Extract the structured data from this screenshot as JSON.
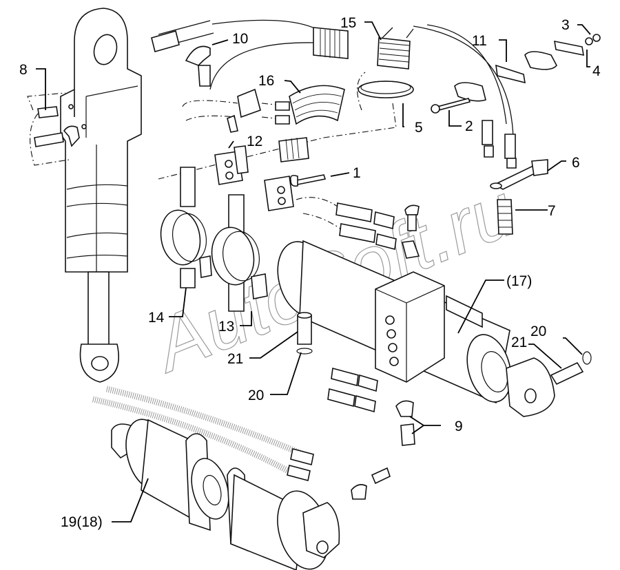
{
  "diagram": {
    "title": "",
    "subject": "hydraulic cylinders, hoses and fittings exploded parts view",
    "watermark": "AutoSoft.ru",
    "callouts": [
      {
        "id": "c1",
        "text": "1"
      },
      {
        "id": "c2",
        "text": "2"
      },
      {
        "id": "c3",
        "text": "3"
      },
      {
        "id": "c4",
        "text": "4"
      },
      {
        "id": "c5",
        "text": "5"
      },
      {
        "id": "c6",
        "text": "6"
      },
      {
        "id": "c7",
        "text": "7"
      },
      {
        "id": "c8",
        "text": "8"
      },
      {
        "id": "c9",
        "text": "9"
      },
      {
        "id": "c10",
        "text": "10"
      },
      {
        "id": "c11",
        "text": "11"
      },
      {
        "id": "c12",
        "text": "12"
      },
      {
        "id": "c13",
        "text": "13"
      },
      {
        "id": "c14",
        "text": "14"
      },
      {
        "id": "c15",
        "text": "15"
      },
      {
        "id": "c16",
        "text": "16"
      },
      {
        "id": "c17",
        "text": "(17)"
      },
      {
        "id": "c19",
        "text": "19(18)"
      },
      {
        "id": "c20a",
        "text": "20"
      },
      {
        "id": "c20b",
        "text": "20"
      },
      {
        "id": "c21a",
        "text": "21"
      },
      {
        "id": "c21b",
        "text": "21"
      }
    ]
  }
}
